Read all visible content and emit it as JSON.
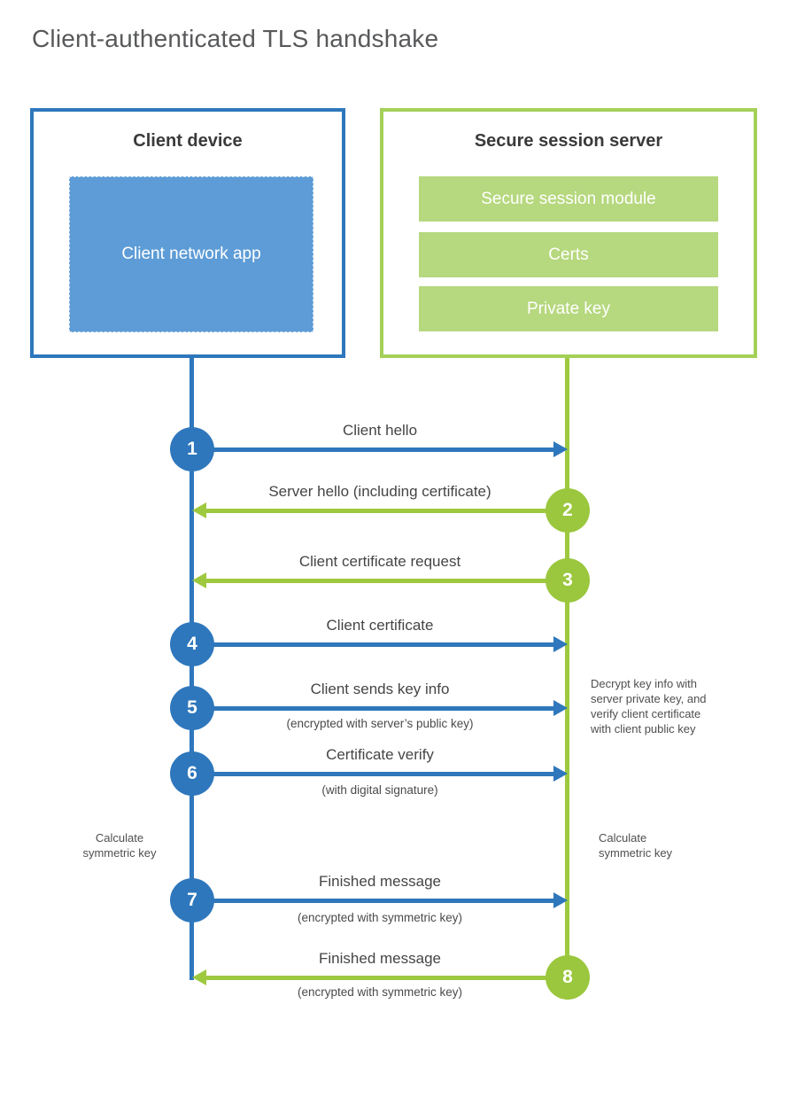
{
  "title": "Client-authenticated TLS handshake",
  "client": {
    "title": "Client device",
    "app_label": "Client network app"
  },
  "server": {
    "title": "Secure session server",
    "modules": [
      "Secure session module",
      "Certs",
      "Private key"
    ]
  },
  "messages": [
    {
      "num": "1",
      "label": "Client hello",
      "direction": "client-to-server"
    },
    {
      "num": "2",
      "label": "Server hello (including certificate)",
      "direction": "server-to-client"
    },
    {
      "num": "3",
      "label": "Client certificate request",
      "direction": "server-to-client"
    },
    {
      "num": "4",
      "label": "Client certificate",
      "direction": "client-to-server"
    },
    {
      "num": "5",
      "label": "Client sends key info",
      "sub": "(encrypted with server’s public key)",
      "direction": "client-to-server"
    },
    {
      "num": "6",
      "label": "Certificate verify",
      "sub": "(with digital signature)",
      "direction": "client-to-server"
    },
    {
      "num": "7",
      "label": "Finished message",
      "sub": "(encrypted with symmetric key)",
      "direction": "client-to-server"
    },
    {
      "num": "8",
      "label": "Finished message",
      "sub": "(encrypted with symmetric key)",
      "direction": "server-to-client"
    }
  ],
  "notes": {
    "decrypt": "Decrypt key info with\nserver private key, and\nverify client certificate\nwith client public key",
    "calc_left": "Calculate\nsymmetric key",
    "calc_right": "Calculate\nsymmetric key"
  },
  "colors": {
    "blue": "#2e77bc",
    "blue_fill": "#5d9cd6",
    "green": "#9ec93f",
    "green_fill": "#b6d87e",
    "green_border": "#a4d058"
  }
}
